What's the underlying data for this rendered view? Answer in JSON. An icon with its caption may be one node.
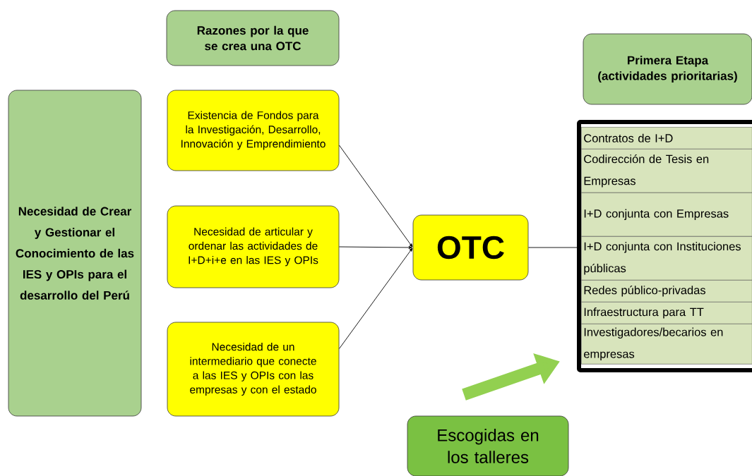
{
  "diagram": {
    "nodes": [
      {
        "text": [
          "Necesidad de Crear y Gestionar el Conocimiento de las IES y OPIs para el desarrollo del Perú"
        ]
      },
      {
        "text": [
          "Razones por la que se crea una OTC"
        ]
      },
      {
        "text": [
          "Existencia de Fondos para la Investigación, Desarrollo, Innovación y Emprendimiento"
        ]
      },
      {
        "text": [
          "Necesidad de articular y ordenar las actividades de I+D+i+e en las IES y OPIs"
        ]
      },
      {
        "text": [
          "Necesidad de un intermediario que conecte a las IES y OPIs con las empresas y con el estado"
        ]
      },
      {
        "text": [
          "OTC"
        ]
      },
      {
        "text": [
          "Primera Etapa (actividades prioritarias)"
        ]
      },
      {
        "text": [
          "Contratos de I+D",
          "Codirección de Tesis en Empresas",
          "I+D conjunta con Empresas",
          "I+D conjunta con Instituciones públicas",
          "Redes público-privadas",
          "Infraestructura para TT",
          "Investigadores/becarios en empresas"
        ]
      },
      {
        "text": [
          "Escogidas en los talleres"
        ]
      }
    ],
    "edges": [
      {
        "from": 2,
        "to": 5,
        "arrow": "to"
      },
      {
        "from": 3,
        "to": 5,
        "arrow": "to"
      },
      {
        "from": 4,
        "to": 5,
        "arrow": "to"
      },
      {
        "from": 5,
        "to": 7,
        "arrow": "none"
      },
      {
        "from": 8,
        "to": 7,
        "arrow": "to",
        "style": "thick",
        "color": "#92d050"
      }
    ]
  }
}
